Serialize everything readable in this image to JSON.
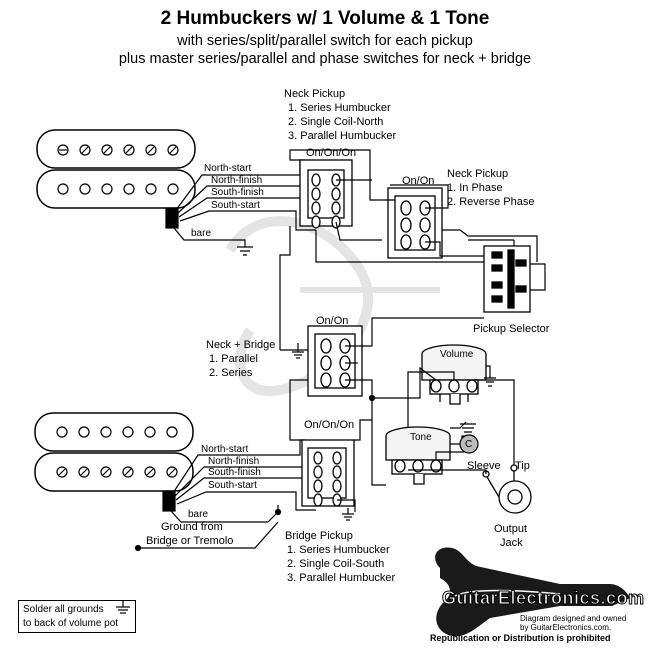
{
  "header": {
    "title": "2 Humbuckers w/ 1 Volume & 1 Tone",
    "subtitle_1": "with series/split/parallel switch for each pickup",
    "subtitle_2": "plus master series/parallel and phase switches for neck + bridge"
  },
  "neck_pickup_switch": {
    "title": "Neck Pickup",
    "options": [
      "1. Series Humbucker",
      "2. Single Coil-North",
      "3. Parallel Humbucker"
    ],
    "switch_type": "On/On/On"
  },
  "phase_switch": {
    "switch_type": "On/On",
    "title": "Neck Pickup",
    "options": [
      "1. In Phase",
      "2. Reverse Phase"
    ]
  },
  "neck_bridge_switch": {
    "switch_type": "On/On",
    "title": "Neck + Bridge",
    "options": [
      "1. Parallel",
      "2. Series"
    ]
  },
  "bridge_pickup_switch": {
    "switch_type": "On/On/On",
    "title": "Bridge Pickup",
    "options": [
      "1. Series Humbucker",
      "2. Single Coil-South",
      "3. Parallel Humbucker"
    ]
  },
  "neck_wires": [
    "North-start",
    "North-finish",
    "South-finish",
    "South-start",
    "bare"
  ],
  "bridge_wires": [
    "North-start",
    "North-finish",
    "South-finish",
    "South-start",
    "bare"
  ],
  "pickup_selector": "Pickup Selector",
  "volume_pot": "Volume",
  "tone_pot": "Tone",
  "capacitor_label": "C",
  "jack": {
    "sleeve": "Sleeve",
    "tip": "Tip",
    "label_1": "Output",
    "label_2": "Jack"
  },
  "ground_note": {
    "line_1": "Ground from",
    "line_2": "Bridge or Tremolo"
  },
  "solder_note": {
    "line_1": "Solder all grounds",
    "line_2": "to back of volume pot"
  },
  "logo": {
    "name": "GuitarElectronics.com",
    "credit_1": "Diagram designed and owned",
    "credit_2": "by GuitarElectronics.com.",
    "republication": "Republication or Distribution is prohibited"
  },
  "colors": {
    "ink": "#000000",
    "pickup_fill": "#ffffff",
    "watermark": "#d9d9d9",
    "pot_fill": "#f4f4f4"
  }
}
